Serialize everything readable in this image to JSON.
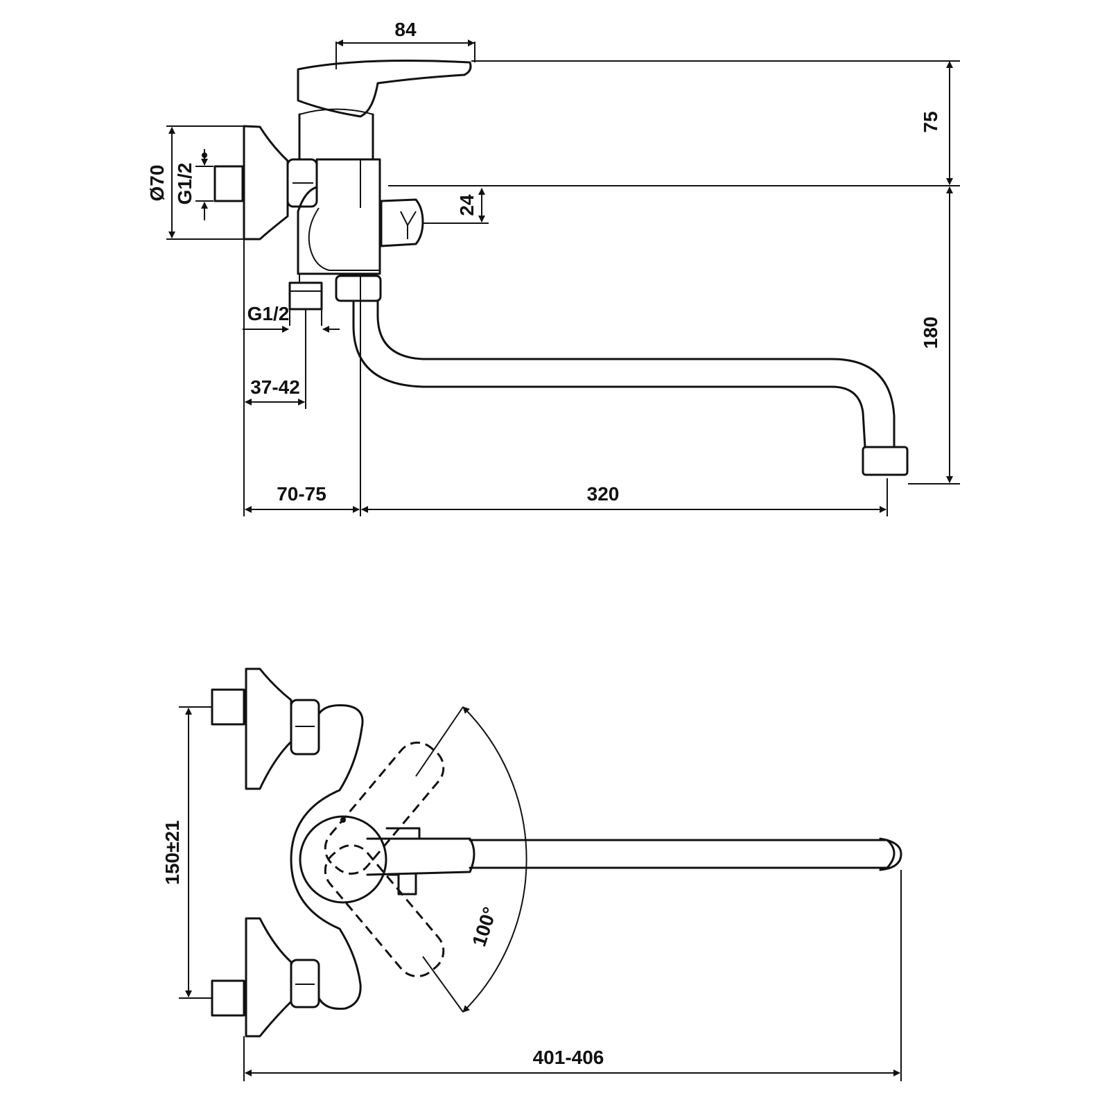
{
  "side_view": {
    "dimensions": {
      "lever_width": "84",
      "lever_height": "75",
      "spout_height": "180",
      "diverter_offset": "24",
      "flange_diameter": "Ø70",
      "inlet_thread_top": "G1/2",
      "outlet_thread": "G1/2",
      "outlet_offset": "37-42",
      "body_depth": "70-75",
      "spout_reach": "320"
    }
  },
  "top_view": {
    "dimensions": {
      "inlet_spacing": "150±21",
      "lever_rotation": "100°",
      "total_length": "401-406"
    }
  }
}
